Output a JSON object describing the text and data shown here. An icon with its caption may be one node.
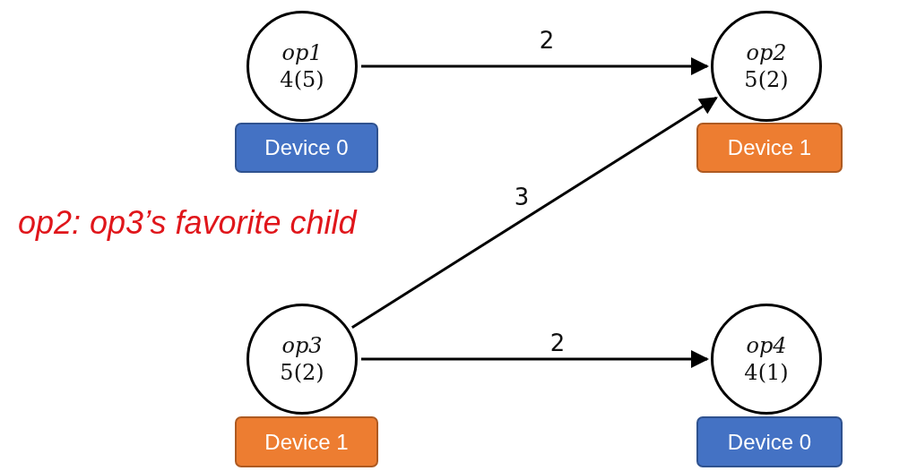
{
  "diagram": {
    "nodes": [
      {
        "text": [
          "op1",
          "4(5)"
        ]
      },
      {
        "text": [
          "Device 0"
        ]
      },
      {
        "text": [
          "op2",
          "5(2)"
        ]
      },
      {
        "text": [
          "Device 1"
        ]
      },
      {
        "text": [
          "op3",
          "5(2)"
        ]
      },
      {
        "text": [
          "Device 1"
        ]
      },
      {
        "text": [
          "op4",
          "4(1)"
        ]
      },
      {
        "text": [
          "Device 0"
        ]
      }
    ],
    "edges": [
      {
        "from": 0,
        "to": 2,
        "arrow": "to",
        "label": "2"
      },
      {
        "from": 4,
        "to": 2,
        "arrow": "to",
        "label": "3"
      },
      {
        "from": 4,
        "to": 6,
        "arrow": "to",
        "label": "2"
      }
    ],
    "labels": [
      "op2: op3’s favorite child"
    ]
  }
}
